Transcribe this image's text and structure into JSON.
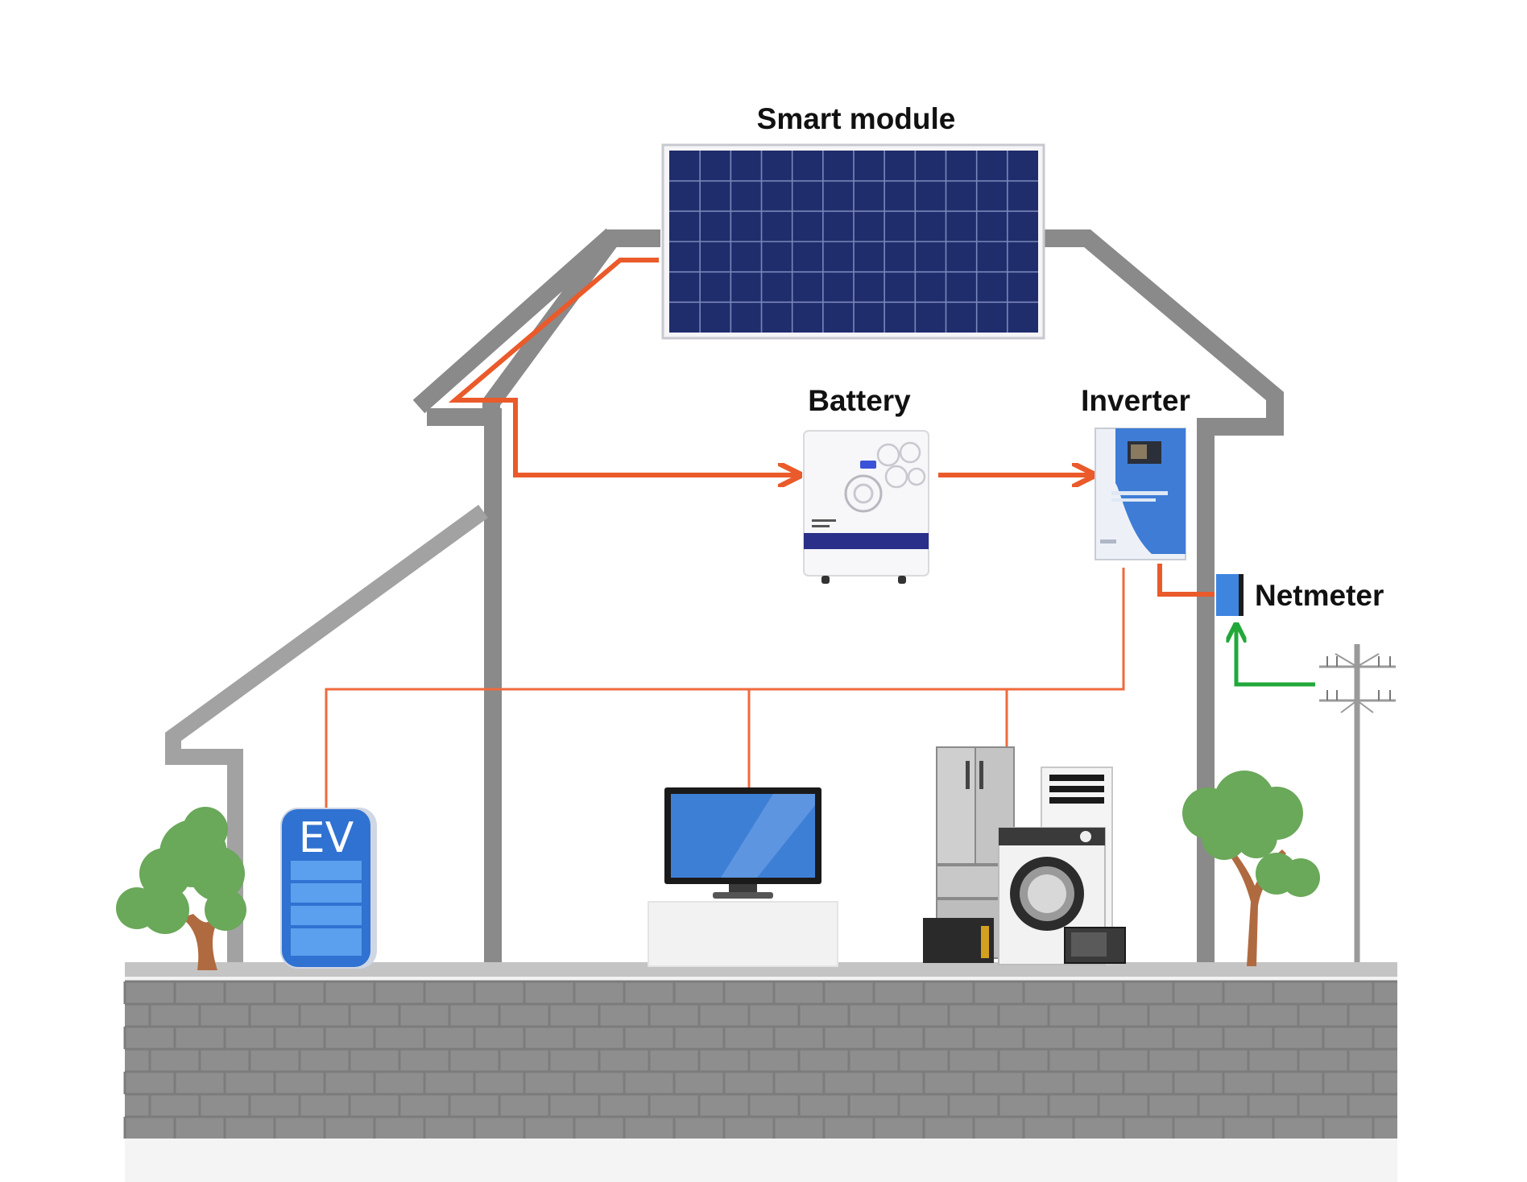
{
  "labels": {
    "smart_module": "Smart module",
    "battery": "Battery",
    "inverter": "Inverter",
    "netmeter": "Netmeter",
    "ev_charger": "EV"
  },
  "colors": {
    "dc_wire": "#ea5a2a",
    "ac_wire": "#ef6a3c",
    "grid_wire": "#22a83a",
    "house_outline": "#8a8a8a",
    "panel_blue": "#1e2d6e",
    "device_blue": "#3e7fd6",
    "wall_gray": "#8e8e8e",
    "tree_green": "#6aa85a",
    "trunk": "#b06a40"
  },
  "icons": [
    "solar-panel-icon",
    "battery-icon",
    "inverter-icon",
    "netmeter-icon",
    "utility-pole-icon",
    "ev-charger-icon",
    "tv-icon",
    "refrigerator-icon",
    "washing-machine-icon",
    "air-conditioner-icon",
    "tree-icon"
  ]
}
